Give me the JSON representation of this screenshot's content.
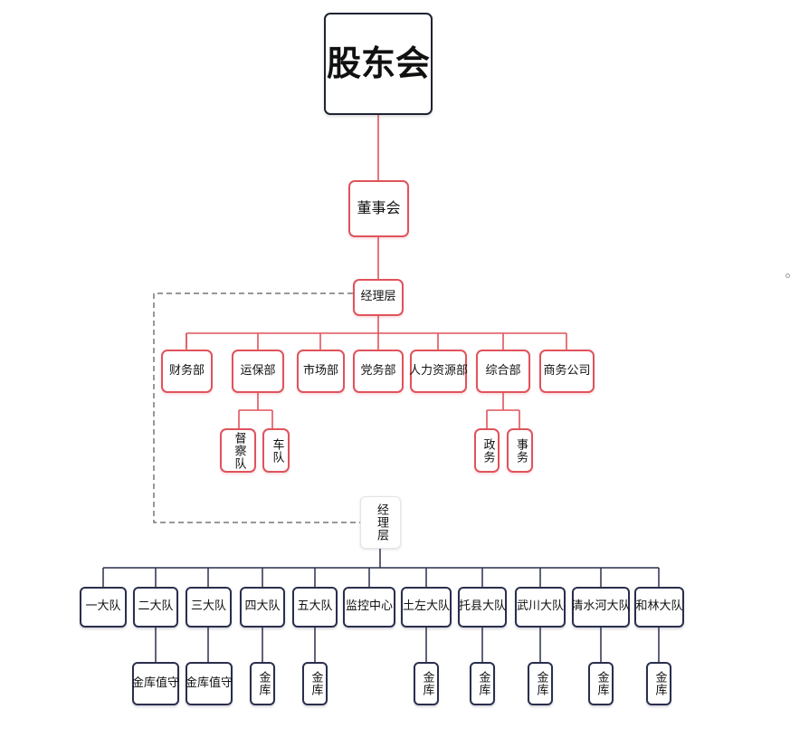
{
  "colors": {
    "red": "#e0535c",
    "navy": "#2a2f4d",
    "dashed": "#777777",
    "root_border": "#1f2433"
  },
  "diagram": {
    "root": "股东会",
    "board": "董事会",
    "management_upper": "经理层",
    "departments": [
      "财务部",
      "运保部",
      "市场部",
      "党务部",
      "人力资源部",
      "综合部",
      "商务公司"
    ],
    "yunbao_children": [
      "督察队",
      "车队"
    ],
    "zonghe_children": [
      "政务",
      "事务"
    ],
    "management_lower": "经理层",
    "teams": [
      "一大队",
      "二大队",
      "三大队",
      "四大队",
      "五大队",
      "监控中心",
      "土左大队",
      "托县大队",
      "武川大队",
      "清水河大队",
      "和林大队"
    ],
    "vaults": [
      "金库值守",
      "金库值守",
      "金库",
      "金库",
      "金库",
      "金库",
      "金库",
      "金库",
      "金库"
    ]
  }
}
